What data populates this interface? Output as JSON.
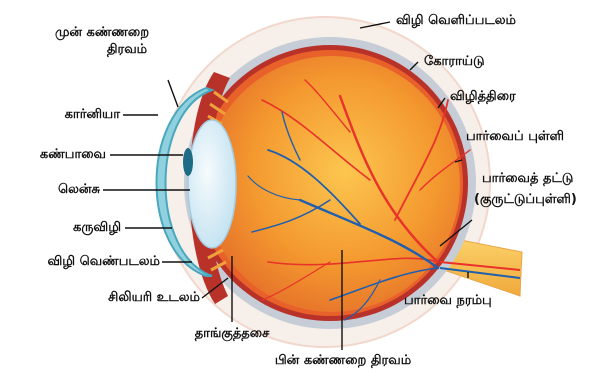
{
  "labels": {
    "anterior_chamber_line1": "முன் கண்ணறை",
    "anterior_chamber_line2": "திரவம்",
    "cornea": "கார்னியா",
    "iris": "கண்பாவை",
    "lens": "லென்சு",
    "pupil": "கருவிழி",
    "sclera_front": "விழி வெண்படலம்",
    "ciliary_body": "சிலியரி உடலம்",
    "zonules": "தாங்குத்தசை",
    "vitreous": "பின் கண்ணறை திரவம்",
    "sclera_outer": "விழி வெளிப்படலம்",
    "choroid": "கோராய்டு",
    "retina": "விழித்திரை",
    "macula": "பார்வைப் புள்ளி",
    "optic_disc_line1": "பார்வைத் தட்டு",
    "optic_disc_line2": "(குருட்டுப்புள்ளி)",
    "optic_nerve": "பார்வை நரம்பு"
  },
  "colors": {
    "sclera": "#c6cdd6",
    "choroid": "#b8322a",
    "vitreous": "#f08a2a",
    "vitreous_center": "#fbc24f",
    "lens": "#d9eef8",
    "iris": "#62b7c9",
    "artery": "#e8322a",
    "vein": "#1f5fae",
    "optic_nerve": "#f7c052"
  }
}
